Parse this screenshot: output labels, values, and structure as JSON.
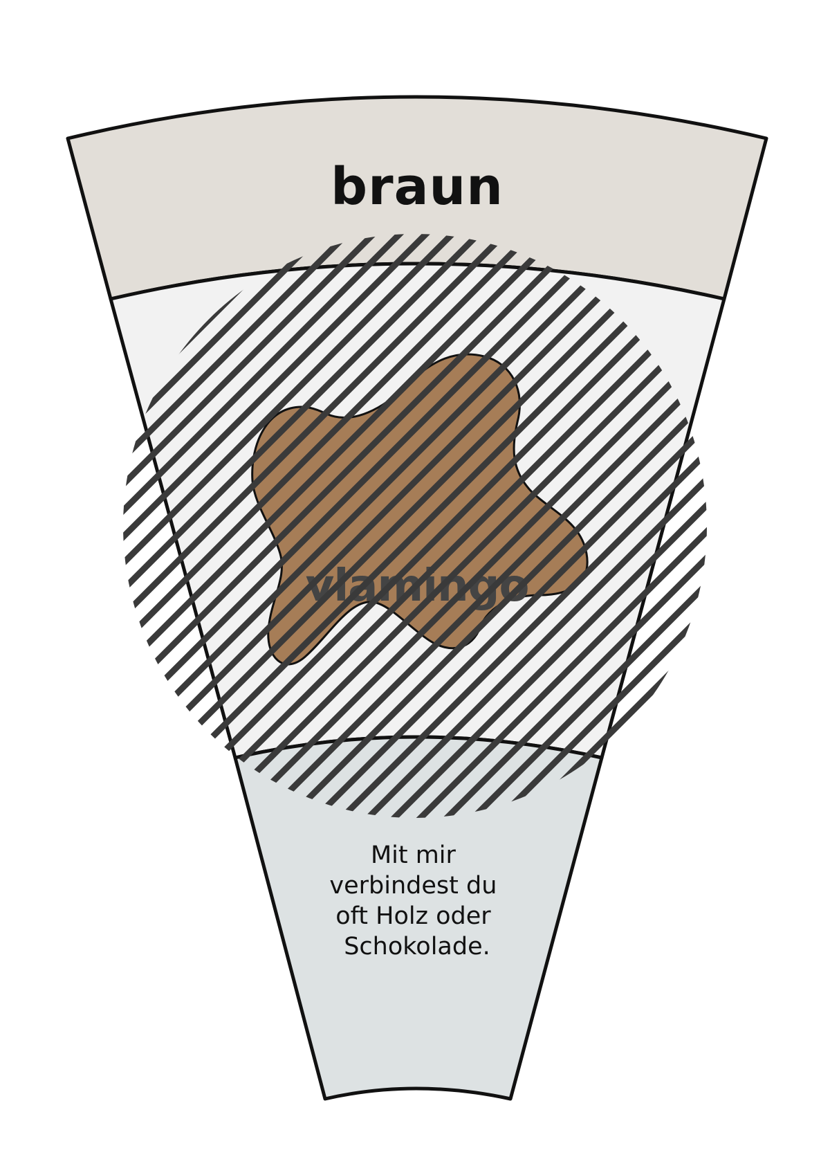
{
  "card": {
    "title": "braun",
    "description_lines": [
      "Mit mir",
      "verbindest du",
      "oft Holz oder",
      "Schokolade."
    ],
    "watermark": "vlamingo",
    "splash_icon": "paint-splash-icon"
  },
  "colors": {
    "header_band": "#e2ded8",
    "middle_band": "#f2f2f2",
    "bottom_band": "#dde2e3",
    "splash": "#a67d57",
    "outline": "#111111",
    "hatch": "#3a3a3a",
    "text": "#111111",
    "watermark": "#444444"
  }
}
